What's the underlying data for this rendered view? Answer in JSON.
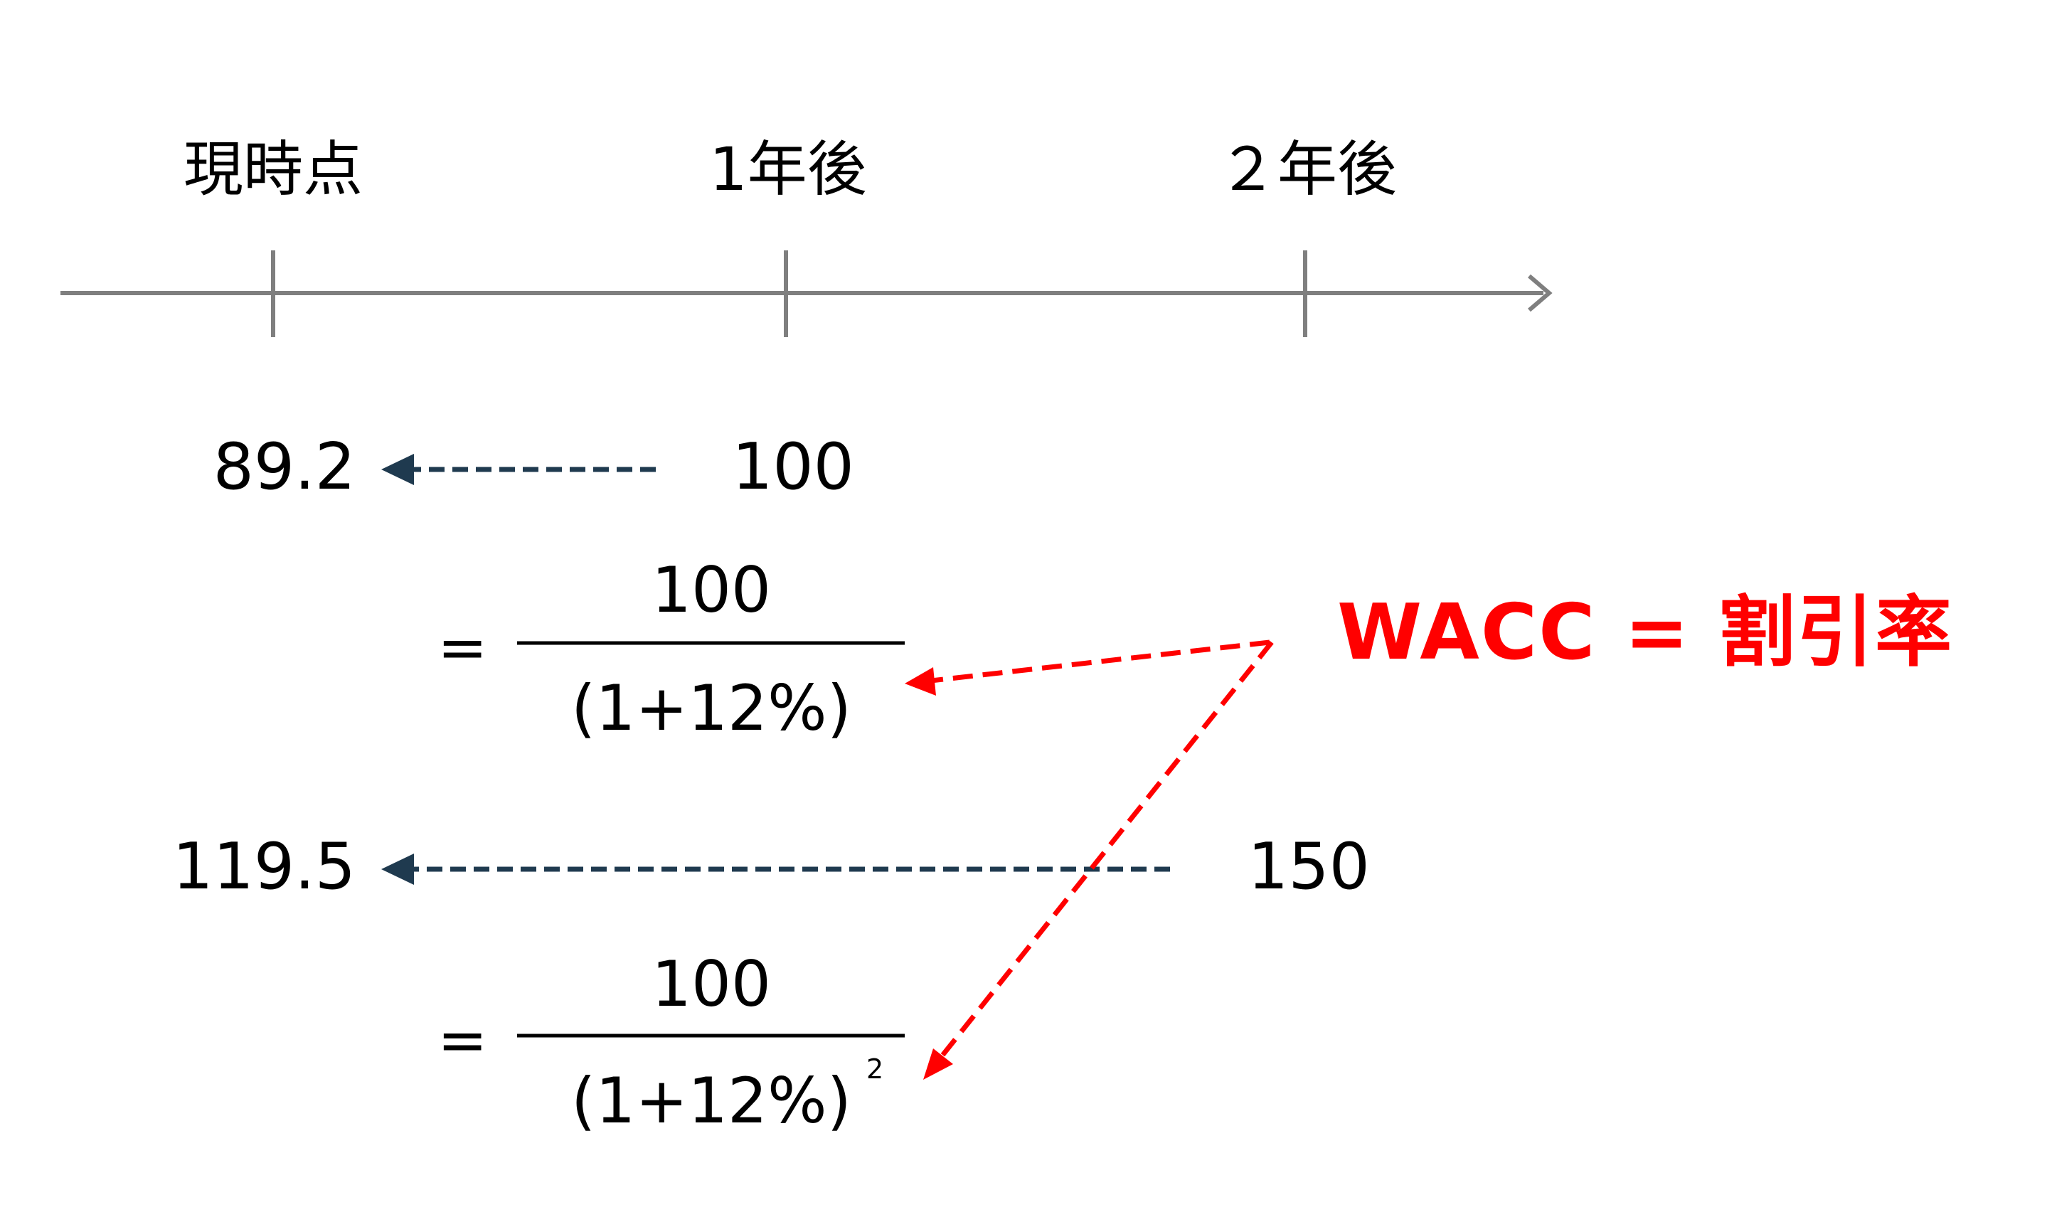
{
  "timeline": {
    "periods": [
      "現時点",
      "1年後",
      "２年後"
    ]
  },
  "rows": [
    {
      "present_value": "89.2",
      "future_value": "100",
      "formula": {
        "equals": "=",
        "numerator": "100",
        "denominator": "(1+12%)",
        "exponent": ""
      }
    },
    {
      "present_value": "119.5",
      "future_value": "150",
      "formula": {
        "equals": "=",
        "numerator": "100",
        "denominator": "(1+12%)",
        "exponent": "2"
      }
    }
  ],
  "annotation": {
    "label": "WACC = 割引率"
  },
  "colors": {
    "axis": "#7f7f7f",
    "discount_arrow": "#1f3a4f",
    "annotation": "#ff0000",
    "text": "#000000"
  }
}
